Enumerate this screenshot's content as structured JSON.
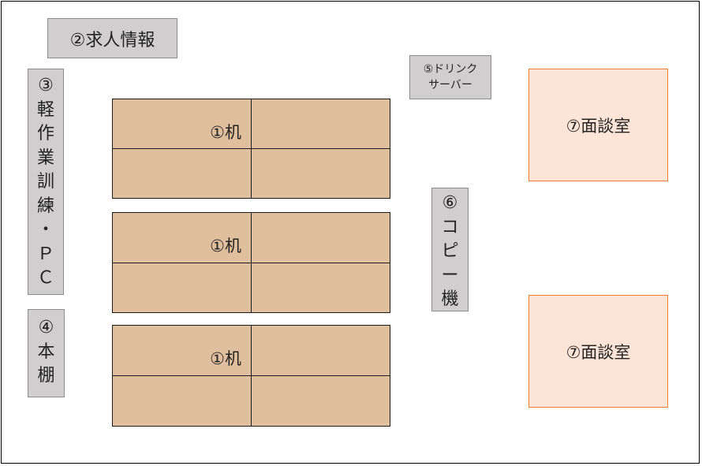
{
  "job_info": "②求人情報",
  "light_work_training": [
    "③",
    "軽",
    "作",
    "業",
    "訓",
    "練",
    "・",
    "Ｐ",
    "Ｃ"
  ],
  "bookshelf": [
    "④",
    "本",
    "棚"
  ],
  "drink_server": [
    "⑤ドリンク",
    "サーバー"
  ],
  "copier": [
    "⑥",
    "コ",
    "ピ",
    "ー",
    "機"
  ],
  "desks": [
    {
      "label": "①机"
    },
    {
      "label": "①机"
    },
    {
      "label": "①机"
    }
  ],
  "interview_rooms": [
    {
      "label": "⑦面談室"
    },
    {
      "label": "⑦面談室"
    }
  ],
  "colors": {
    "desk_fill": "#e0bf9e",
    "room_fill": "#fce4d6",
    "room_border": "#ed7d31",
    "fixture_fill": "#d0cece"
  }
}
